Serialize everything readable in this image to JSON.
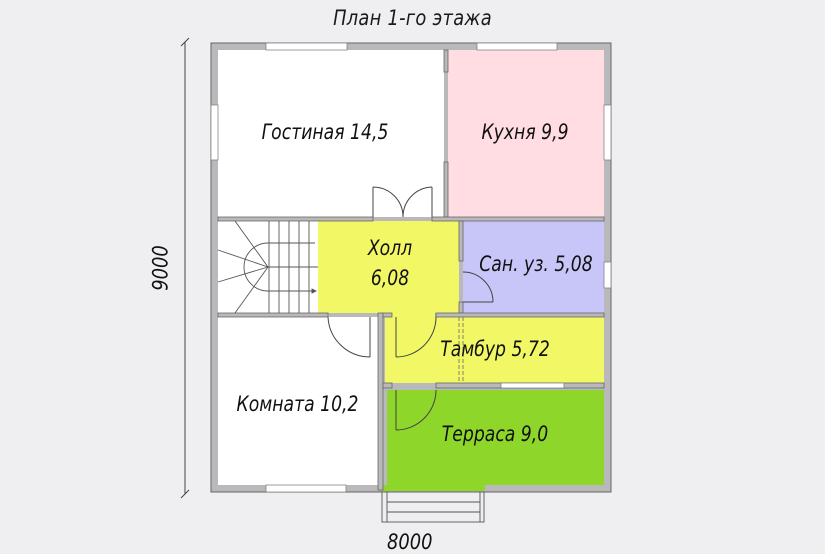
{
  "plan": {
    "title": "План 1-го этажа",
    "dimensions": {
      "height_label": "9000",
      "width_label": "8000"
    },
    "rooms": [
      {
        "id": "living",
        "name": "Гостиная",
        "area": "14,5",
        "label": "Гостиная 14,5",
        "color": "#ffffff"
      },
      {
        "id": "kitchen",
        "name": "Кухня",
        "area": "9,9",
        "label": "Кухня 9,9",
        "color": "#ffdde3"
      },
      {
        "id": "hall",
        "name": "Холл",
        "area": "6,08",
        "label_line1": "Холл",
        "label_line2": "6,08",
        "color": "#f2f766"
      },
      {
        "id": "bathroom",
        "name": "Сан. уз.",
        "area": "5,08",
        "label": "Сан. уз. 5,08",
        "color": "#c8c6f8"
      },
      {
        "id": "vestibule",
        "name": "Тамбур",
        "area": "5,72",
        "label": "Тамбур 5,72",
        "color": "#f2f766"
      },
      {
        "id": "room",
        "name": "Комната",
        "area": "10,2",
        "label": "Комната 10,2",
        "color": "#ffffff"
      },
      {
        "id": "terrace",
        "name": "Терраса",
        "area": "9,0",
        "label": "Терраса 9,0",
        "color": "#8ed62a"
      }
    ],
    "colors": {
      "background": "#efeff1",
      "wall": "#b9b9bb",
      "wall_outline": "#555555",
      "window": "#ffffff"
    }
  }
}
